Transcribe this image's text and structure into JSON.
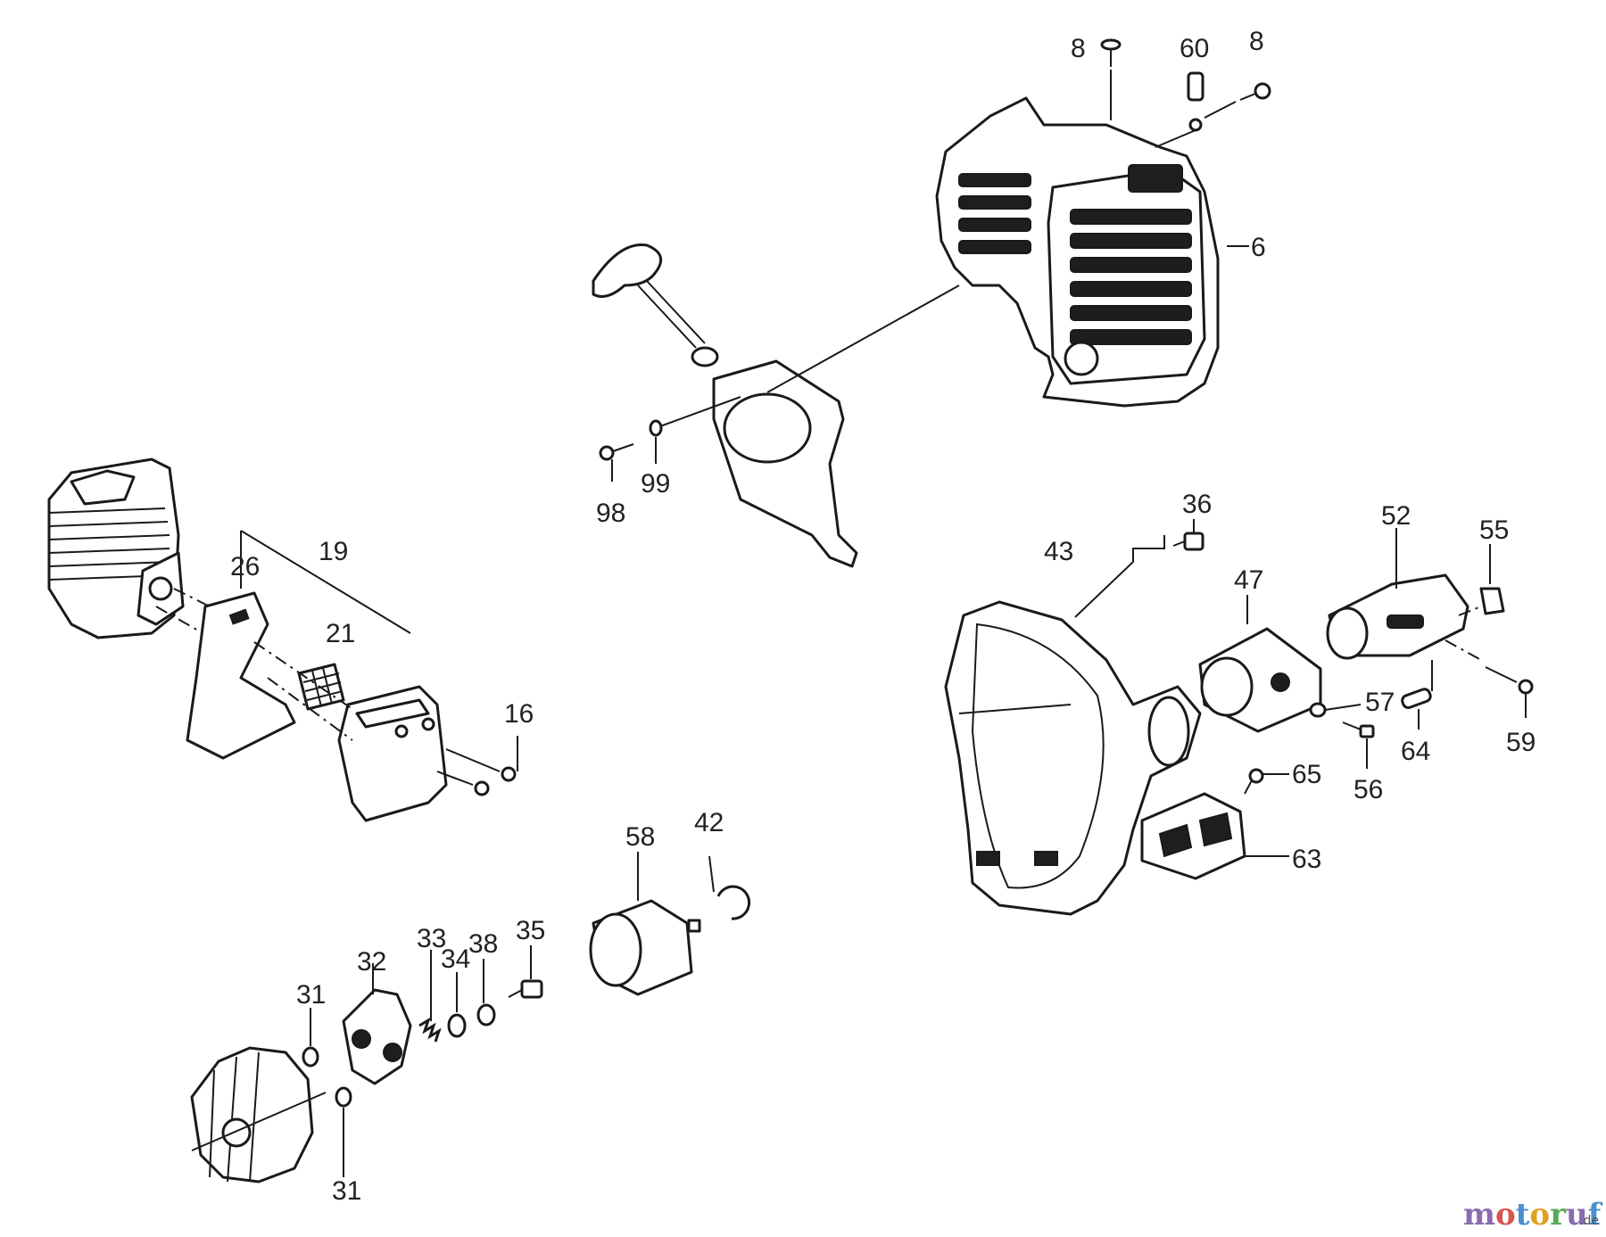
{
  "watermark": {
    "letters": [
      {
        "ch": "m",
        "color": "#8a6bb0"
      },
      {
        "ch": "o",
        "color": "#d9534f"
      },
      {
        "ch": "t",
        "color": "#4a8fd0"
      },
      {
        "ch": "o",
        "color": "#e0a020"
      },
      {
        "ch": "r",
        "color": "#5aa85a"
      },
      {
        "ch": "u",
        "color": "#8a6bb0"
      },
      {
        "ch": "f",
        "color": "#4a8fd0"
      }
    ],
    "suffix": ".de"
  },
  "callouts": [
    {
      "id": "c8a",
      "text": "8"
    },
    {
      "id": "c60",
      "text": "60"
    },
    {
      "id": "c8b",
      "text": "8"
    },
    {
      "id": "c6",
      "text": "6"
    },
    {
      "id": "c98",
      "text": "98"
    },
    {
      "id": "c99",
      "text": "99"
    },
    {
      "id": "c19",
      "text": "19"
    },
    {
      "id": "c26",
      "text": "26"
    },
    {
      "id": "c21",
      "text": "21"
    },
    {
      "id": "c16",
      "text": "16"
    },
    {
      "id": "c36",
      "text": "36"
    },
    {
      "id": "c52",
      "text": "52"
    },
    {
      "id": "c55",
      "text": "55"
    },
    {
      "id": "c43",
      "text": "43"
    },
    {
      "id": "c47",
      "text": "47"
    },
    {
      "id": "c57",
      "text": "57"
    },
    {
      "id": "c59",
      "text": "59"
    },
    {
      "id": "c64",
      "text": "64"
    },
    {
      "id": "c56",
      "text": "56"
    },
    {
      "id": "c65",
      "text": "65"
    },
    {
      "id": "c63",
      "text": "63"
    },
    {
      "id": "c42",
      "text": "42"
    },
    {
      "id": "c58",
      "text": "58"
    },
    {
      "id": "c35",
      "text": "35"
    },
    {
      "id": "c33",
      "text": "33"
    },
    {
      "id": "c38",
      "text": "38"
    },
    {
      "id": "c34",
      "text": "34"
    },
    {
      "id": "c32",
      "text": "32"
    },
    {
      "id": "c31a",
      "text": "31"
    },
    {
      "id": "c31b",
      "text": "31"
    }
  ]
}
